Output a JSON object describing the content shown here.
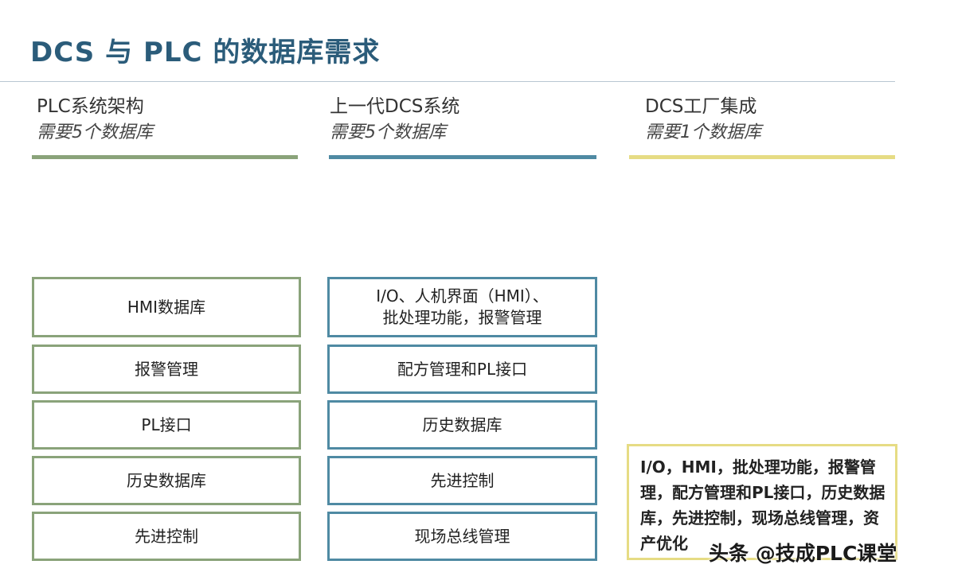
{
  "title": "DCS 与 PLC 的数据库需求",
  "columns": [
    {
      "name": "PLC系统架构",
      "subtitle": "需要5个数据库",
      "color": "#8aa37a",
      "boxes": [
        "HMI数据库",
        "报警管理",
        "PL接口",
        "历史数据库",
        "先进控制"
      ]
    },
    {
      "name": "上一代DCS系统",
      "subtitle": "需要5个数据库",
      "color": "#4f8aa3",
      "boxes": [
        "I/O、人机界面（HMI）、\n批处理功能，报警管理",
        "配方管理和PL接口",
        "历史数据库",
        "先进控制",
        "现场总线管理"
      ]
    },
    {
      "name": "DCS工厂集成",
      "subtitle": "需要1个数据库",
      "color": "#e6dc84",
      "boxes": [
        "I/O，HMI，批处理功能，报警管理，配方管理和PL接口，历史数据库，先进控制，现场总线管理，资产优化"
      ]
    }
  ],
  "watermark": "头条 @技成PLC课堂"
}
